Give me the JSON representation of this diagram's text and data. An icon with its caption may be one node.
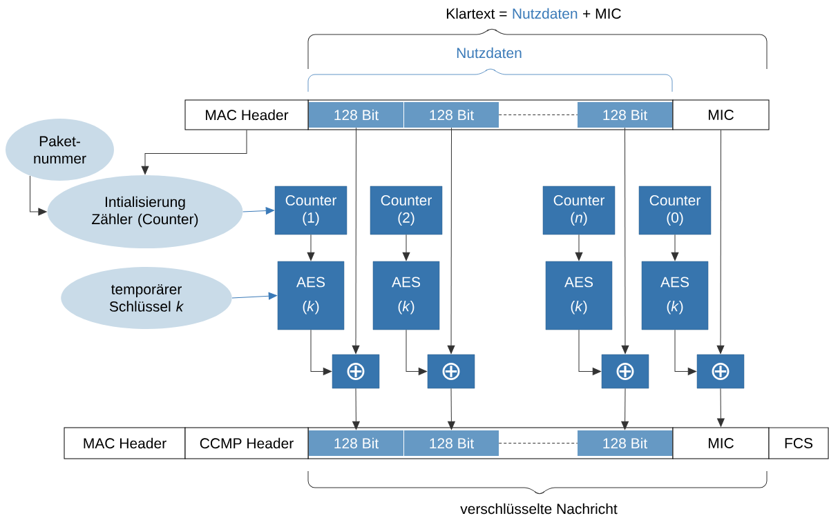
{
  "diagram": {
    "nodes": [
      {
        "text": [
          "MAC Header"
        ]
      },
      {
        "text": [
          "128 Bit"
        ]
      },
      {
        "text": [
          "128 Bit"
        ]
      },
      {
        "text": [
          "128 Bit"
        ]
      },
      {
        "text": [
          "MIC"
        ]
      },
      {
        "text": [
          "Paket-nummer"
        ]
      },
      {
        "text": [
          "Intialisierung Zähler (Counter)"
        ]
      },
      {
        "text": [
          "temporärer Schlüssel *k*"
        ]
      },
      {
        "text": [
          "Counter (1)"
        ]
      },
      {
        "text": [
          "Counter (2)"
        ]
      },
      {
        "text": [
          "Counter (*n*)"
        ]
      },
      {
        "text": [
          "Counter (0)"
        ]
      },
      {
        "text": [
          "AES",
          "(*k*)"
        ]
      },
      {
        "text": [
          "AES",
          "(*k*)"
        ]
      },
      {
        "text": [
          "AES",
          "(*k*)"
        ]
      },
      {
        "text": [
          "AES",
          "(*k*)"
        ]
      },
      {
        "text": [
          "⊕"
        ]
      },
      {
        "text": [
          "⊕"
        ]
      },
      {
        "text": [
          "⊕"
        ]
      },
      {
        "text": [
          "⊕"
        ]
      },
      {
        "text": [
          "MAC Header"
        ]
      },
      {
        "text": [
          "CCMP Header"
        ]
      },
      {
        "text": [
          "128 Bit"
        ]
      },
      {
        "text": [
          "128 Bit"
        ]
      },
      {
        "text": [
          "128 Bit"
        ]
      },
      {
        "text": [
          "MIC"
        ]
      },
      {
        "text": [
          "FCS"
        ]
      }
    ],
    "edges": [
      {
        "from": 0,
        "to": 6,
        "arrow": "to"
      },
      {
        "from": 5,
        "to": 6,
        "arrow": "to"
      },
      {
        "from": 6,
        "to": 8,
        "arrow": "to",
        "color": "#3a7ab8"
      },
      {
        "from": 7,
        "to": 12,
        "arrow": "to",
        "color": "#3a7ab8"
      },
      {
        "from": 8,
        "to": 12,
        "arrow": "to"
      },
      {
        "from": 9,
        "to": 13,
        "arrow": "to"
      },
      {
        "from": 10,
        "to": 14,
        "arrow": "to"
      },
      {
        "from": 11,
        "to": 15,
        "arrow": "to"
      },
      {
        "from": 1,
        "to": 16,
        "arrow": "to"
      },
      {
        "from": 2,
        "to": 17,
        "arrow": "to"
      },
      {
        "from": 3,
        "to": 18,
        "arrow": "to"
      },
      {
        "from": 4,
        "to": 19,
        "arrow": "to"
      },
      {
        "from": 12,
        "to": 16,
        "arrow": "to"
      },
      {
        "from": 13,
        "to": 17,
        "arrow": "to"
      },
      {
        "from": 14,
        "to": 18,
        "arrow": "to"
      },
      {
        "from": 15,
        "to": 19,
        "arrow": "to"
      },
      {
        "from": 16,
        "to": 22,
        "arrow": "to"
      },
      {
        "from": 17,
        "to": 23,
        "arrow": "to"
      },
      {
        "from": 18,
        "to": 24,
        "arrow": "to"
      },
      {
        "from": 19,
        "to": 25,
        "arrow": "to"
      },
      {
        "from": 2,
        "to": 3,
        "arrow": "none",
        "style": "dashed"
      },
      {
        "from": 23,
        "to": 24,
        "arrow": "none",
        "style": "dashed"
      }
    ],
    "labels": [
      "Klartext =",
      "Nutzdaten",
      "+ MIC",
      "Nutzdaten",
      "verschlüsselte Nachricht"
    ]
  }
}
